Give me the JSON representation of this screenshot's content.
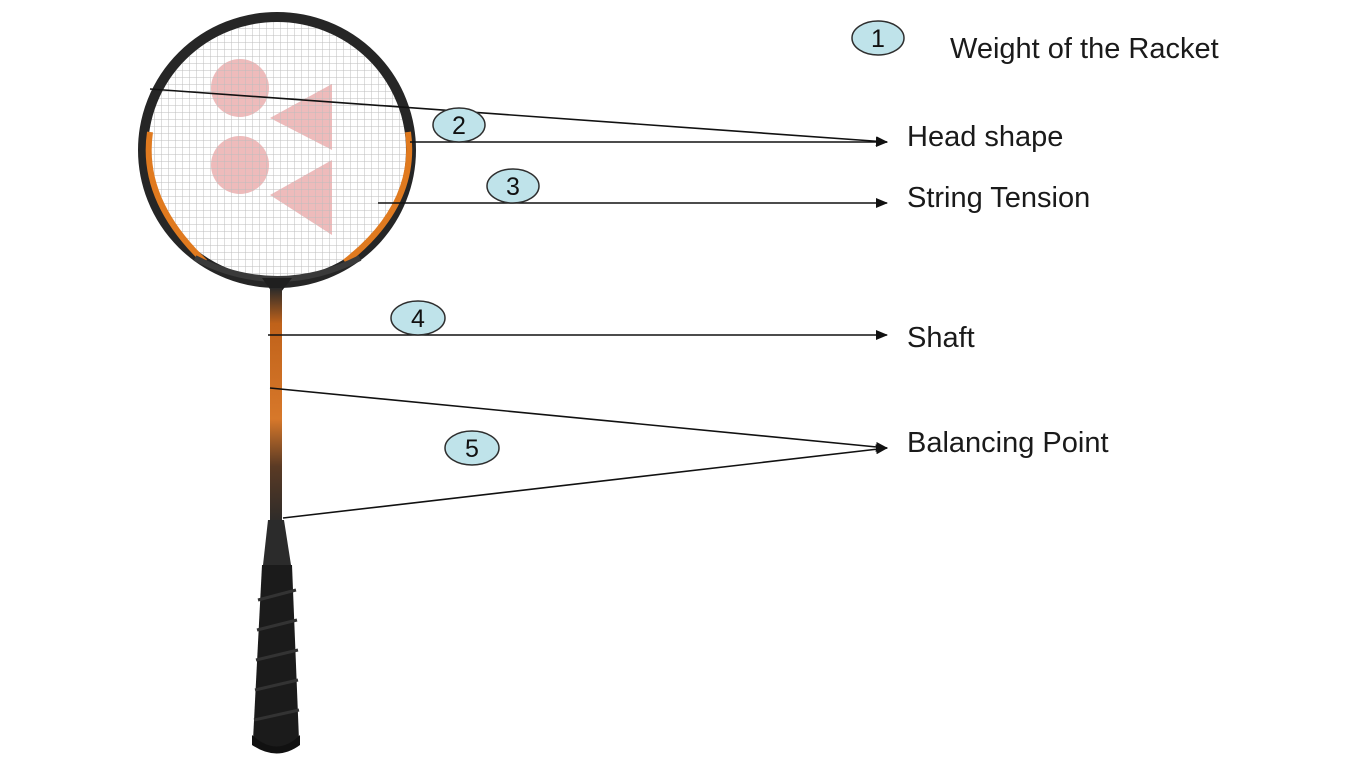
{
  "colors": {
    "frame_dark": "#2a2a2a",
    "frame_accent": "#e07a1f",
    "string": "#c8c8c8",
    "logo": "#e9a6a6",
    "badge_fill": "#bfe3ea",
    "badge_stroke": "#2e2e2e",
    "leader": "#111111",
    "grip": "#1b1b1b"
  },
  "labels": [
    {
      "number": "1",
      "text": "Weight of the Racket"
    },
    {
      "number": "2",
      "text": "Head shape"
    },
    {
      "number": "3",
      "text": "String Tension"
    },
    {
      "number": "4",
      "text": "Shaft"
    },
    {
      "number": "5",
      "text": "Balancing Point"
    }
  ],
  "icons": {
    "racket": "badminton-racket-icon",
    "logo": "brand-logo-icon",
    "arrow": "arrow-right-icon"
  }
}
